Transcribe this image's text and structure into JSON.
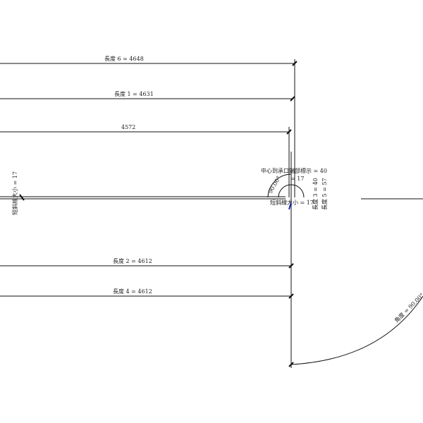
{
  "dimensions": {
    "length6": "長度 6 = 4648",
    "length1": "長度 1 = 4631",
    "plain": "4572",
    "length2": "長度 2 = 4612",
    "length4": "長度 4 = 4612",
    "tick_size_left": "短斜線大小 = 17",
    "center_to_socket": "中心到承口端部標示 = 40",
    "tick_size_center": "短斜線大小 = 17",
    "eq17": "= 17",
    "length3": "長度 3 = 40",
    "length5": "長度 5 = 57",
    "angle_small": "90.00°",
    "angle": "角度 = 90.00°"
  },
  "colors": {
    "line": "#111111",
    "accent": "#1a2bb0"
  }
}
